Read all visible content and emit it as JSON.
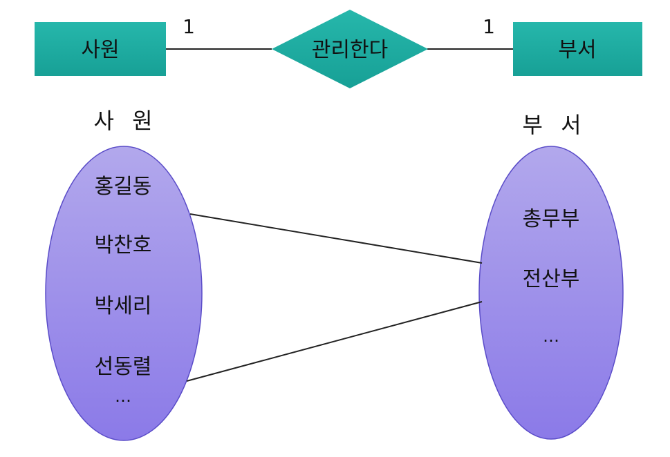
{
  "er": {
    "entity_left": "사원",
    "relationship": "관리한다",
    "entity_right": "부서",
    "cardinality_left": "1",
    "cardinality_right": "1"
  },
  "sets": {
    "left_title": "사 원",
    "right_title": "부 서",
    "left_members": [
      "홍길동",
      "박찬호",
      "박세리",
      "선동렬",
      "…"
    ],
    "right_members": [
      "총무부",
      "전산부",
      "…"
    ]
  },
  "colors": {
    "entity_fill": "#1fb0a4",
    "ellipse_top": "#b2a8ec",
    "ellipse_bottom": "#8b7ae8",
    "ellipse_stroke": "#5a4cc8",
    "line": "#222222"
  }
}
